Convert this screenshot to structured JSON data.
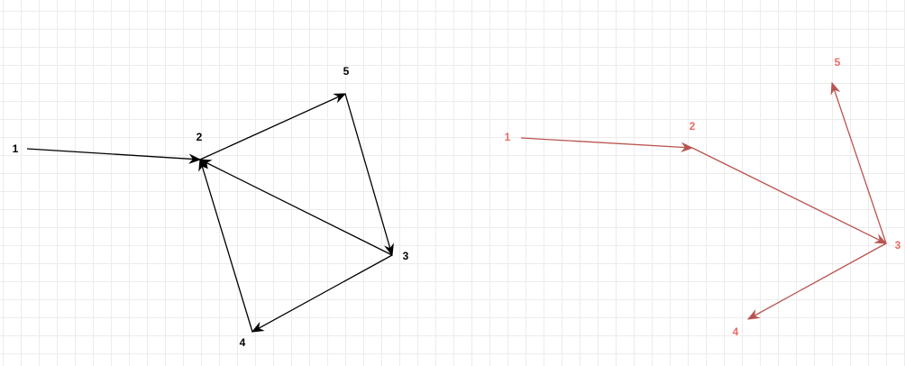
{
  "diagrams": [
    {
      "color": "#000000",
      "nodes": [
        {
          "id": "1",
          "label": "1"
        },
        {
          "id": "2",
          "label": "2"
        },
        {
          "id": "3",
          "label": "3"
        },
        {
          "id": "4",
          "label": "4"
        },
        {
          "id": "5",
          "label": "5"
        }
      ],
      "edges": [
        {
          "from": "1",
          "to": "2"
        },
        {
          "from": "2",
          "to": "5"
        },
        {
          "from": "5",
          "to": "3"
        },
        {
          "from": "3",
          "to": "2"
        },
        {
          "from": "3",
          "to": "4"
        },
        {
          "from": "4",
          "to": "2"
        }
      ]
    },
    {
      "color": "#b85450",
      "label_color": "#ea6b66",
      "nodes": [
        {
          "id": "1",
          "label": "1"
        },
        {
          "id": "2",
          "label": "2"
        },
        {
          "id": "3",
          "label": "3"
        },
        {
          "id": "4",
          "label": "4"
        },
        {
          "id": "5",
          "label": "5"
        }
      ],
      "edges": [
        {
          "from": "1",
          "to": "2"
        },
        {
          "from": "2",
          "to": "3"
        },
        {
          "from": "3",
          "to": "5"
        },
        {
          "from": "3",
          "to": "4"
        }
      ]
    }
  ]
}
